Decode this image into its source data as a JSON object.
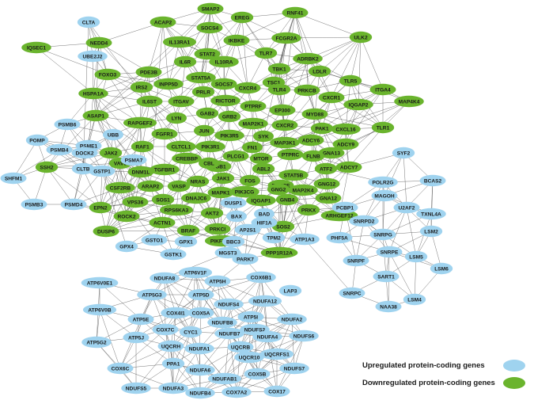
{
  "colors": {
    "up": "#9fd3ef",
    "down": "#6ab42d",
    "edge": "#333333"
  },
  "legend": {
    "up_label": "Upregulated protein-coding genes",
    "down_label": "Downregulated protein-coding genes"
  },
  "nodes": {
    "down": [
      "SMAP2",
      "ACAP2",
      "EREG",
      "RNF41",
      "IQSEC1",
      "NEDD4",
      "SOCS4",
      "IL13RA1",
      "IKBKE",
      "FCGR2A",
      "ULK2",
      "STAT2",
      "IL6R",
      "IL10RA",
      "TLR7",
      "ADRBK2",
      "FOXO3",
      "PDE3B",
      "STAT5A",
      "TBK1",
      "LDLR",
      "INPP5D",
      "IRS2",
      "SOCS7",
      "CXCR4",
      "TSC1",
      "TLR5",
      "HSPA1A",
      "PRLR",
      "TLR4",
      "PRKCB",
      "ITGA4",
      "IL6ST",
      "ITGAV",
      "RICTOR",
      "PTPRF",
      "CXCR1",
      "MAP4K4",
      "GAB2",
      "EP300",
      "IQGAP2",
      "ASAP1",
      "LYN",
      "GRB2",
      "MAP2K1",
      "MYD88",
      "TLR1",
      "RAPGEF2",
      "CXCR2",
      "PAK1",
      "CXCL16",
      "FGFR1",
      "JUN",
      "PIK3R5",
      "SYK",
      "ADCY6",
      "ADCY9",
      "CLTCL1",
      "RAF1",
      "PIK3R1",
      "FN1",
      "MAP3K1",
      "GNA13",
      "JAK2",
      "VAV3",
      "CREBBP",
      "MTOR",
      "PTPRC",
      "FLNB",
      "SSH2",
      "DNM1L",
      "TGFBR1",
      "ITGB1",
      "PLCG1",
      "ABL2",
      "ATF2",
      "ADCY7",
      "CBL",
      "JAK1",
      "CSF2RB",
      "ARAP2",
      "NRAS",
      "STAT5B",
      "PRKCE",
      "GNG12",
      "VPS36",
      "SOS1",
      "VASP",
      "MAPK1",
      "PIK3CG",
      "GNG2",
      "MAP2K4",
      "DNAJC6",
      "FOS",
      "GNA12",
      "EPN2",
      "RPS6KA3",
      "GNB4",
      "ROCK2",
      "AKT2",
      "IQGAP1",
      "PRKX",
      "ARHGEF12",
      "DUSP6",
      "ACTN1",
      "BRAF",
      "PRKCI",
      "SOS2",
      "PIKFYVE",
      "PPP1R12A"
    ],
    "up": [
      "CLTA",
      "UBE2J2",
      "PSMB6",
      "UBB",
      "POMP",
      "PSME1",
      "PSMB4",
      "DOCK2",
      "SHFM1",
      "CLTB",
      "GSTP1",
      "PSMA7",
      "PSMB3",
      "PSMD4",
      "SYF2",
      "BCAS2",
      "POLR2G",
      "MAGOH",
      "U2AF2",
      "TXNL4A",
      "PCBP1",
      "SNRPD2",
      "LSM2",
      "SNRPG",
      "PHF5A",
      "SNRPE",
      "LSM5",
      "SNRPF",
      "LSM6",
      "SART1",
      "SNRPC",
      "LSM4",
      "NAA38",
      "DUSP1",
      "BAX",
      "BAD",
      "HIF1A",
      "AP2S1",
      "BBC3",
      "TPM2",
      "ATP1A3",
      "GSTO1",
      "GPX1",
      "GPX4",
      "GSTK1",
      "MGST3",
      "PARK7",
      "ATP6V1F",
      "NDUFA8",
      "COX6B1",
      "ATP6V0E1",
      "ATP5H",
      "ATP5G3",
      "ATP5D",
      "NDUFA12",
      "LAP3",
      "NDUFS4",
      "ATP6V0B",
      "COX5A",
      "COX4I1",
      "ATP5I",
      "ATP5E",
      "NDUFA2",
      "NDUFB8",
      "COX7C",
      "CYC1",
      "NDUFS2",
      "NDUFS6",
      "ATP5J",
      "NDUFB7",
      "ATP5G2",
      "UQCRH",
      "NDUFA1",
      "UQCRB",
      "UQCRFS1",
      "NDUFA4",
      "UQCR10",
      "PPA1",
      "COX6C",
      "NDUFA6",
      "NDUFS7",
      "COX5B",
      "NDUFAB1",
      "NDUFS5",
      "NDUFA3",
      "NDUFB4",
      "COX7A2",
      "COX17"
    ]
  }
}
